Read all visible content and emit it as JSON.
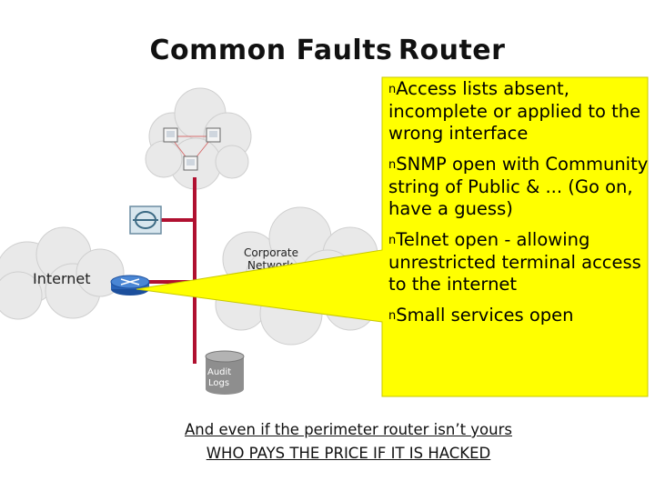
{
  "title": "Common Faults Router",
  "labels": {
    "internet": "Internet",
    "corporate": [
      "Corporate",
      "Network"
    ],
    "audit": [
      "Audit",
      "Logs"
    ]
  },
  "callout": {
    "bullet": "n",
    "points": [
      "Access lists absent, incomplete or applied to the wrong interface",
      "SNMP open with Community string of Public & ... (Go on, have a guess)",
      "Telnet open - allowing unrestricted terminal access to the internet",
      "Small services open"
    ]
  },
  "footer": {
    "line1": "And even if the perimeter router isn’t yours",
    "line2": "WHO PAYS THE PRICE IF IT IS HACKED"
  },
  "colors": {
    "callout_fill": "#ffff00",
    "cloud_fill": "#e9e9e9",
    "cable": "#b01030",
    "router": "#1c4f9c"
  }
}
